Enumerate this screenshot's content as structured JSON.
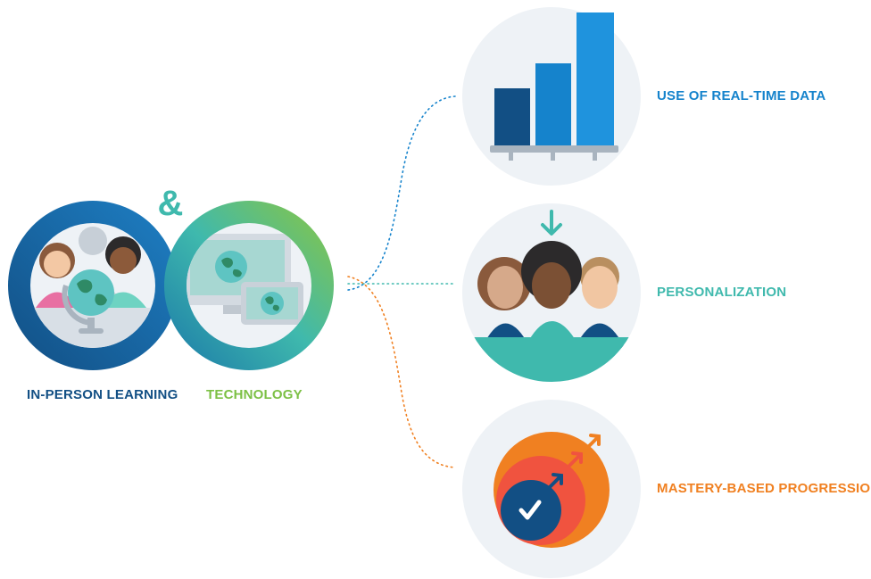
{
  "labels": {
    "in_person_learning": "IN-PERSON LEARNING",
    "technology": "TECHNOLOGY",
    "ampersand": "&",
    "real_time_data": "USE OF REAL-TIME DATA",
    "personalization": "PERSONALIZATION",
    "mastery": "MASTERY-BASED PROGRESSION"
  },
  "colors": {
    "navy": "#124f84",
    "blue": "#1583cc",
    "teal": "#3fb9ad",
    "green": "#7cc045",
    "orange": "#f08021",
    "red": "#f0533f",
    "circle_bg": "#eef2f6"
  },
  "icons": [
    "bar-chart-icon",
    "students-icon",
    "target-progress-icon",
    "globe-icon",
    "monitor-icon",
    "tablet-icon",
    "checkmark-icon",
    "down-arrow-icon"
  ]
}
